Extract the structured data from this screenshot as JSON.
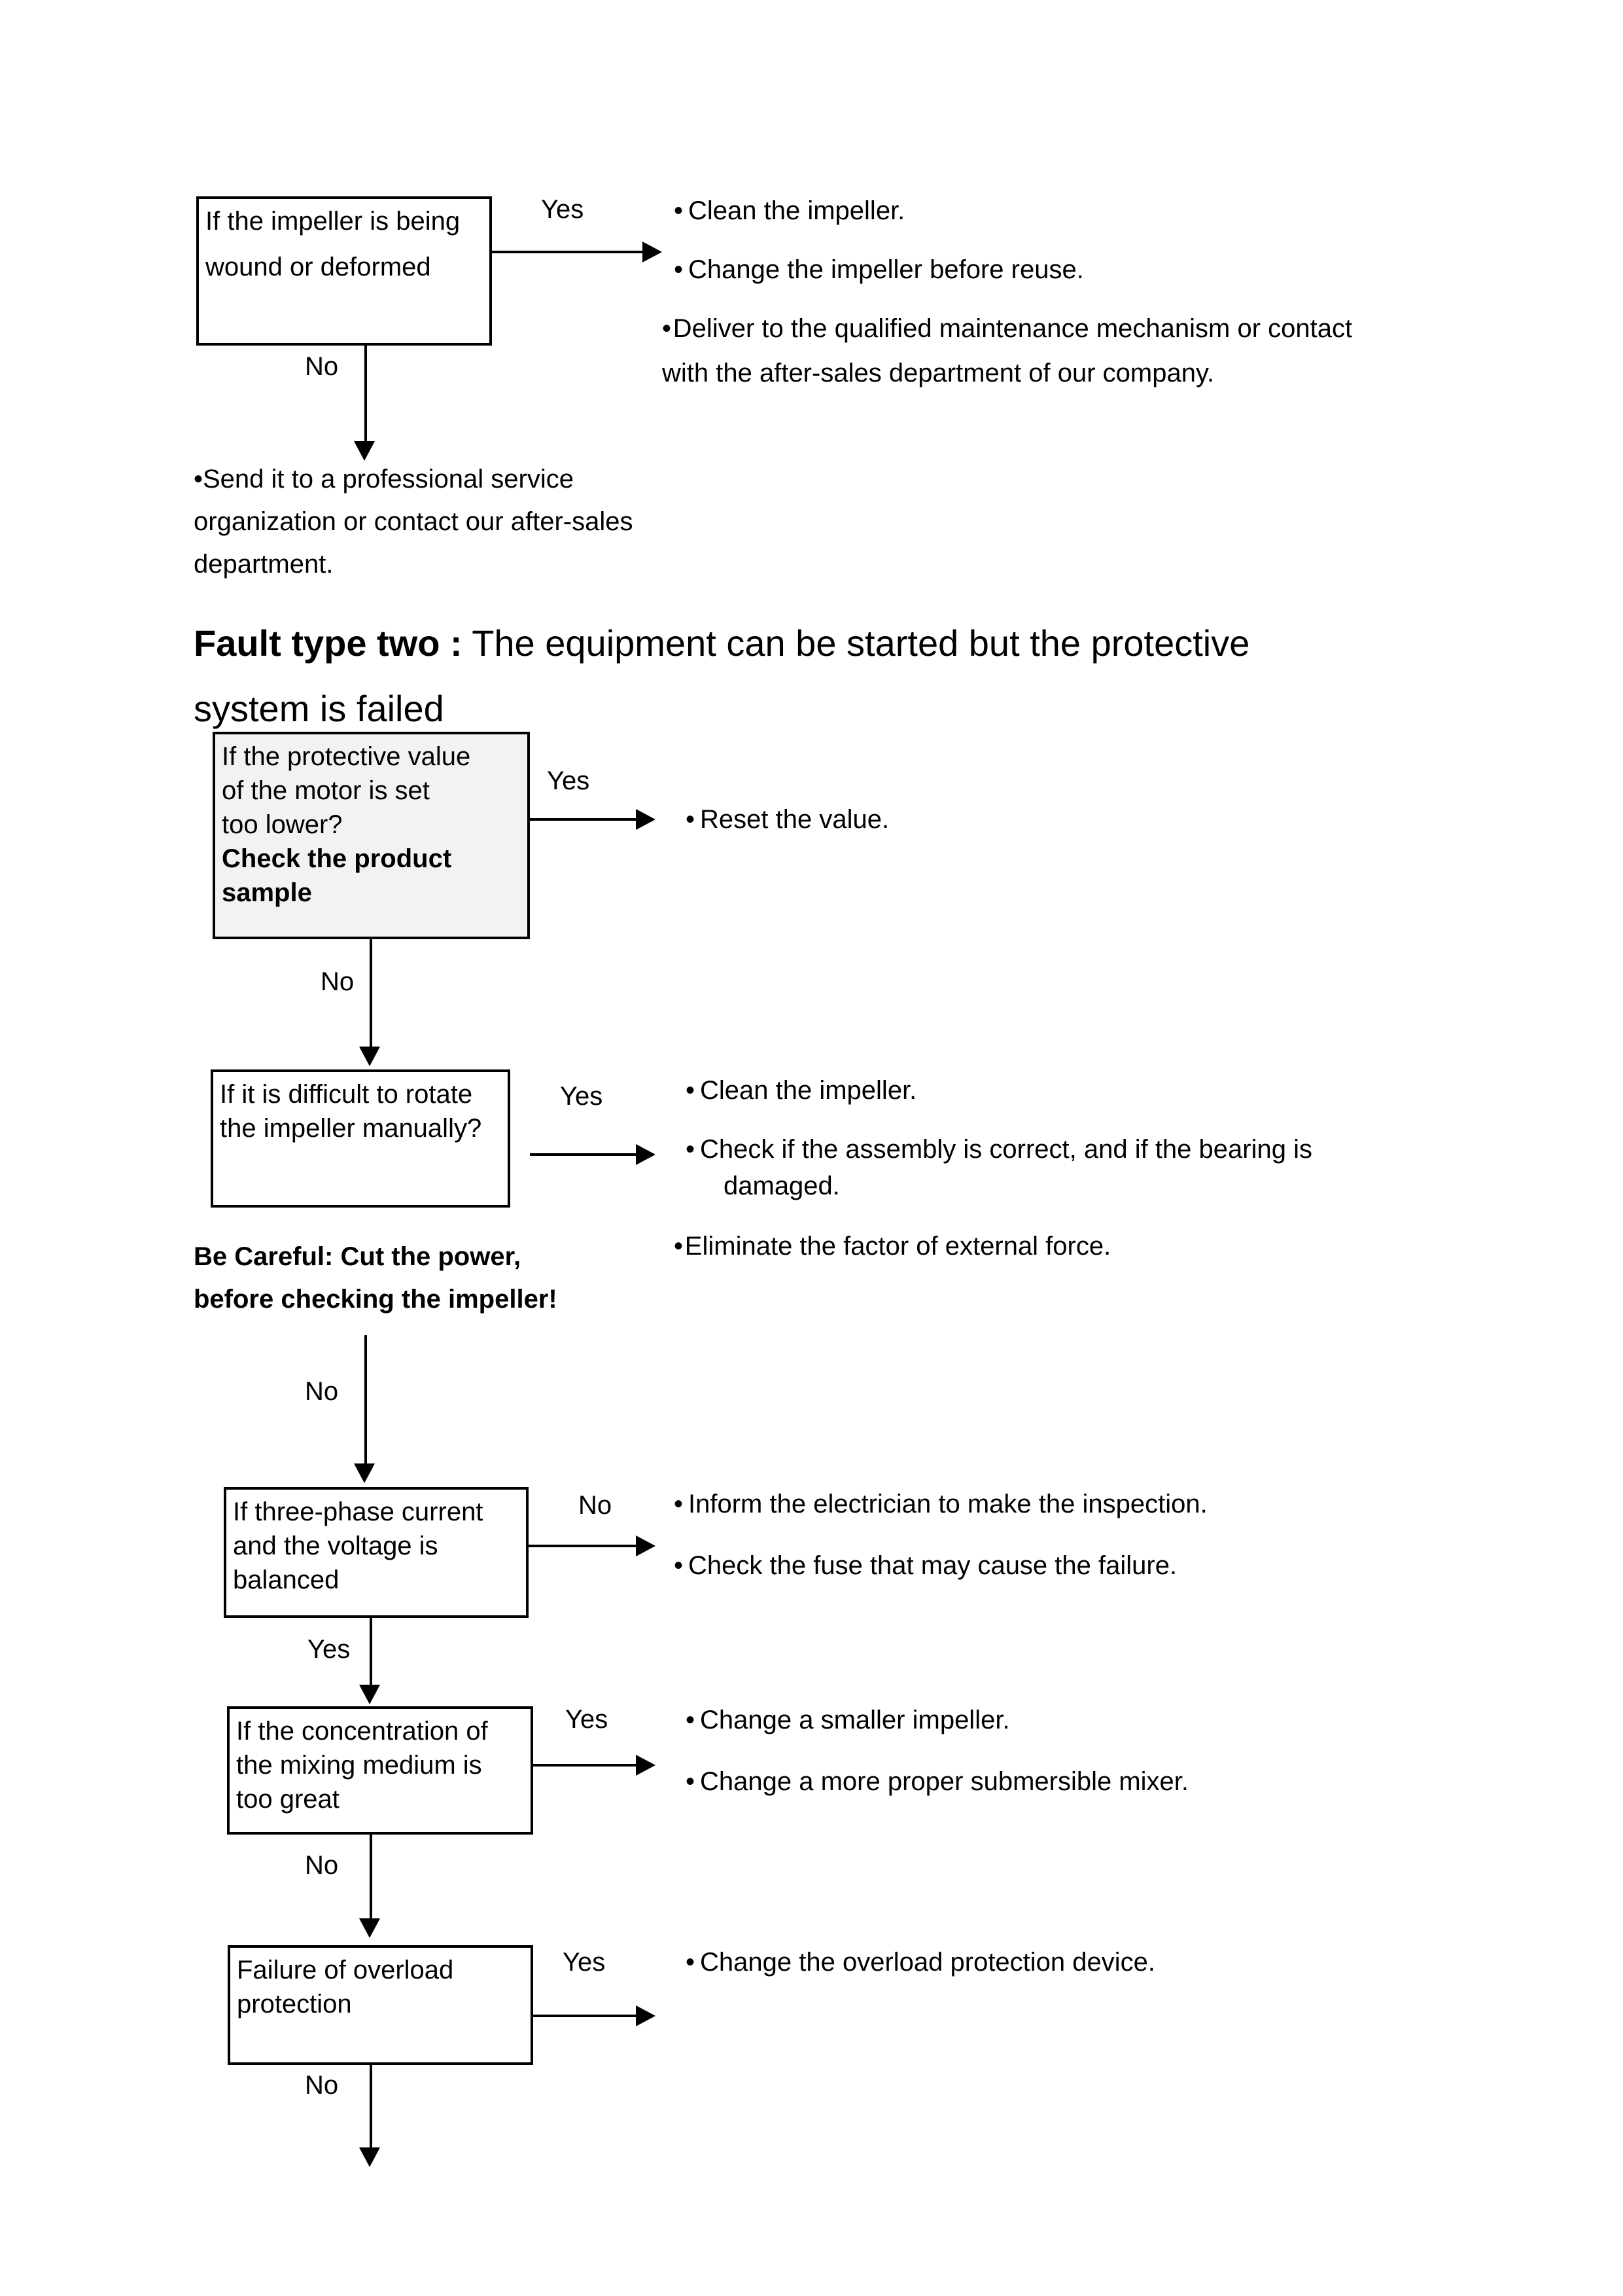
{
  "document": {
    "title": "Submersible Mixer Troubleshooting Flowchart"
  },
  "labels": {
    "yes": "Yes",
    "no": "No",
    "bullet": "•"
  },
  "fault_one_tail": {
    "box": {
      "line1": "If the impeller is being",
      "line2": "wound or deformed"
    },
    "yes_label": "Yes",
    "no_label": "No",
    "yes_actions": [
      {
        "text": "Clean the impeller."
      },
      {
        "text": "Change the impeller before reuse."
      },
      {
        "text": "Deliver to the qualified maintenance mechanism or contact",
        "tight": true
      },
      {
        "text": "with    the after-sales department of our company.",
        "continuation": true
      }
    ],
    "no_action_paragraph": {
      "line1": "•Send it to a professional service",
      "line2": "organization or contact our after-sales",
      "line3": "department."
    }
  },
  "fault_two": {
    "heading_bold": "Fault type two :",
    "heading_rest": " The equipment can be started but the protective",
    "heading_line2": "system is failed",
    "steps": [
      {
        "id": "protective-value",
        "box_lines": [
          {
            "text": "If the protective value",
            "bold": false
          },
          {
            "text": "of the motor is set",
            "bold": false
          },
          {
            "text": "too lower?",
            "bold": false
          },
          {
            "text": "Check the product",
            "bold": true
          },
          {
            "text": "sample",
            "bold": true
          }
        ],
        "branch_label": "Yes",
        "exit_label": "No",
        "actions": [
          {
            "text": "Reset the value."
          }
        ]
      },
      {
        "id": "rotate-impeller",
        "box_lines": [
          {
            "text": "If it is difficult to rotate",
            "bold": false
          },
          {
            "text": "the impeller manually?",
            "bold": false
          }
        ],
        "branch_label": "Yes",
        "exit_label": "No",
        "actions": [
          {
            "text": "Clean the impeller."
          },
          {
            "text": "Check if the assembly is correct, and if the bearing is",
            "justify": true
          },
          {
            "text": "damaged.",
            "continuation": true
          },
          {
            "text": "Eliminate the factor of external force.",
            "tight": true,
            "gap": true
          }
        ],
        "caution": {
          "line1": "Be Careful: Cut the power,",
          "line2": "before checking the impeller!"
        }
      },
      {
        "id": "three-phase-current",
        "box_lines": [
          {
            "text": "If three-phase current",
            "bold": false,
            "justify": true
          },
          {
            "text": "and the voltage is",
            "bold": false,
            "justify": true
          },
          {
            "text": "balanced",
            "bold": false
          }
        ],
        "branch_label": "No",
        "exit_label": "Yes",
        "actions": [
          {
            "text": "Inform the electrician to make the inspection."
          },
          {
            "text": "Check the fuse that may cause the failure."
          }
        ]
      },
      {
        "id": "medium-concentration",
        "box_lines": [
          {
            "text": "If the concentration of",
            "bold": false,
            "justify": true
          },
          {
            "text": "the mixing medium is",
            "bold": false,
            "justify": true
          },
          {
            "text": "too great",
            "bold": false
          }
        ],
        "branch_label": "Yes",
        "exit_label": "No",
        "actions": [
          {
            "text": "Change a smaller impeller."
          },
          {
            "text": "Change a more proper submersible mixer."
          }
        ]
      },
      {
        "id": "overload-protection",
        "box_lines": [
          {
            "text": "Failure of overload",
            "bold": false,
            "justify": true
          },
          {
            "text": "protection",
            "bold": false
          }
        ],
        "branch_label": "Yes",
        "exit_label": "No",
        "actions": [
          {
            "text": "Change the overload protection device."
          }
        ]
      }
    ]
  }
}
